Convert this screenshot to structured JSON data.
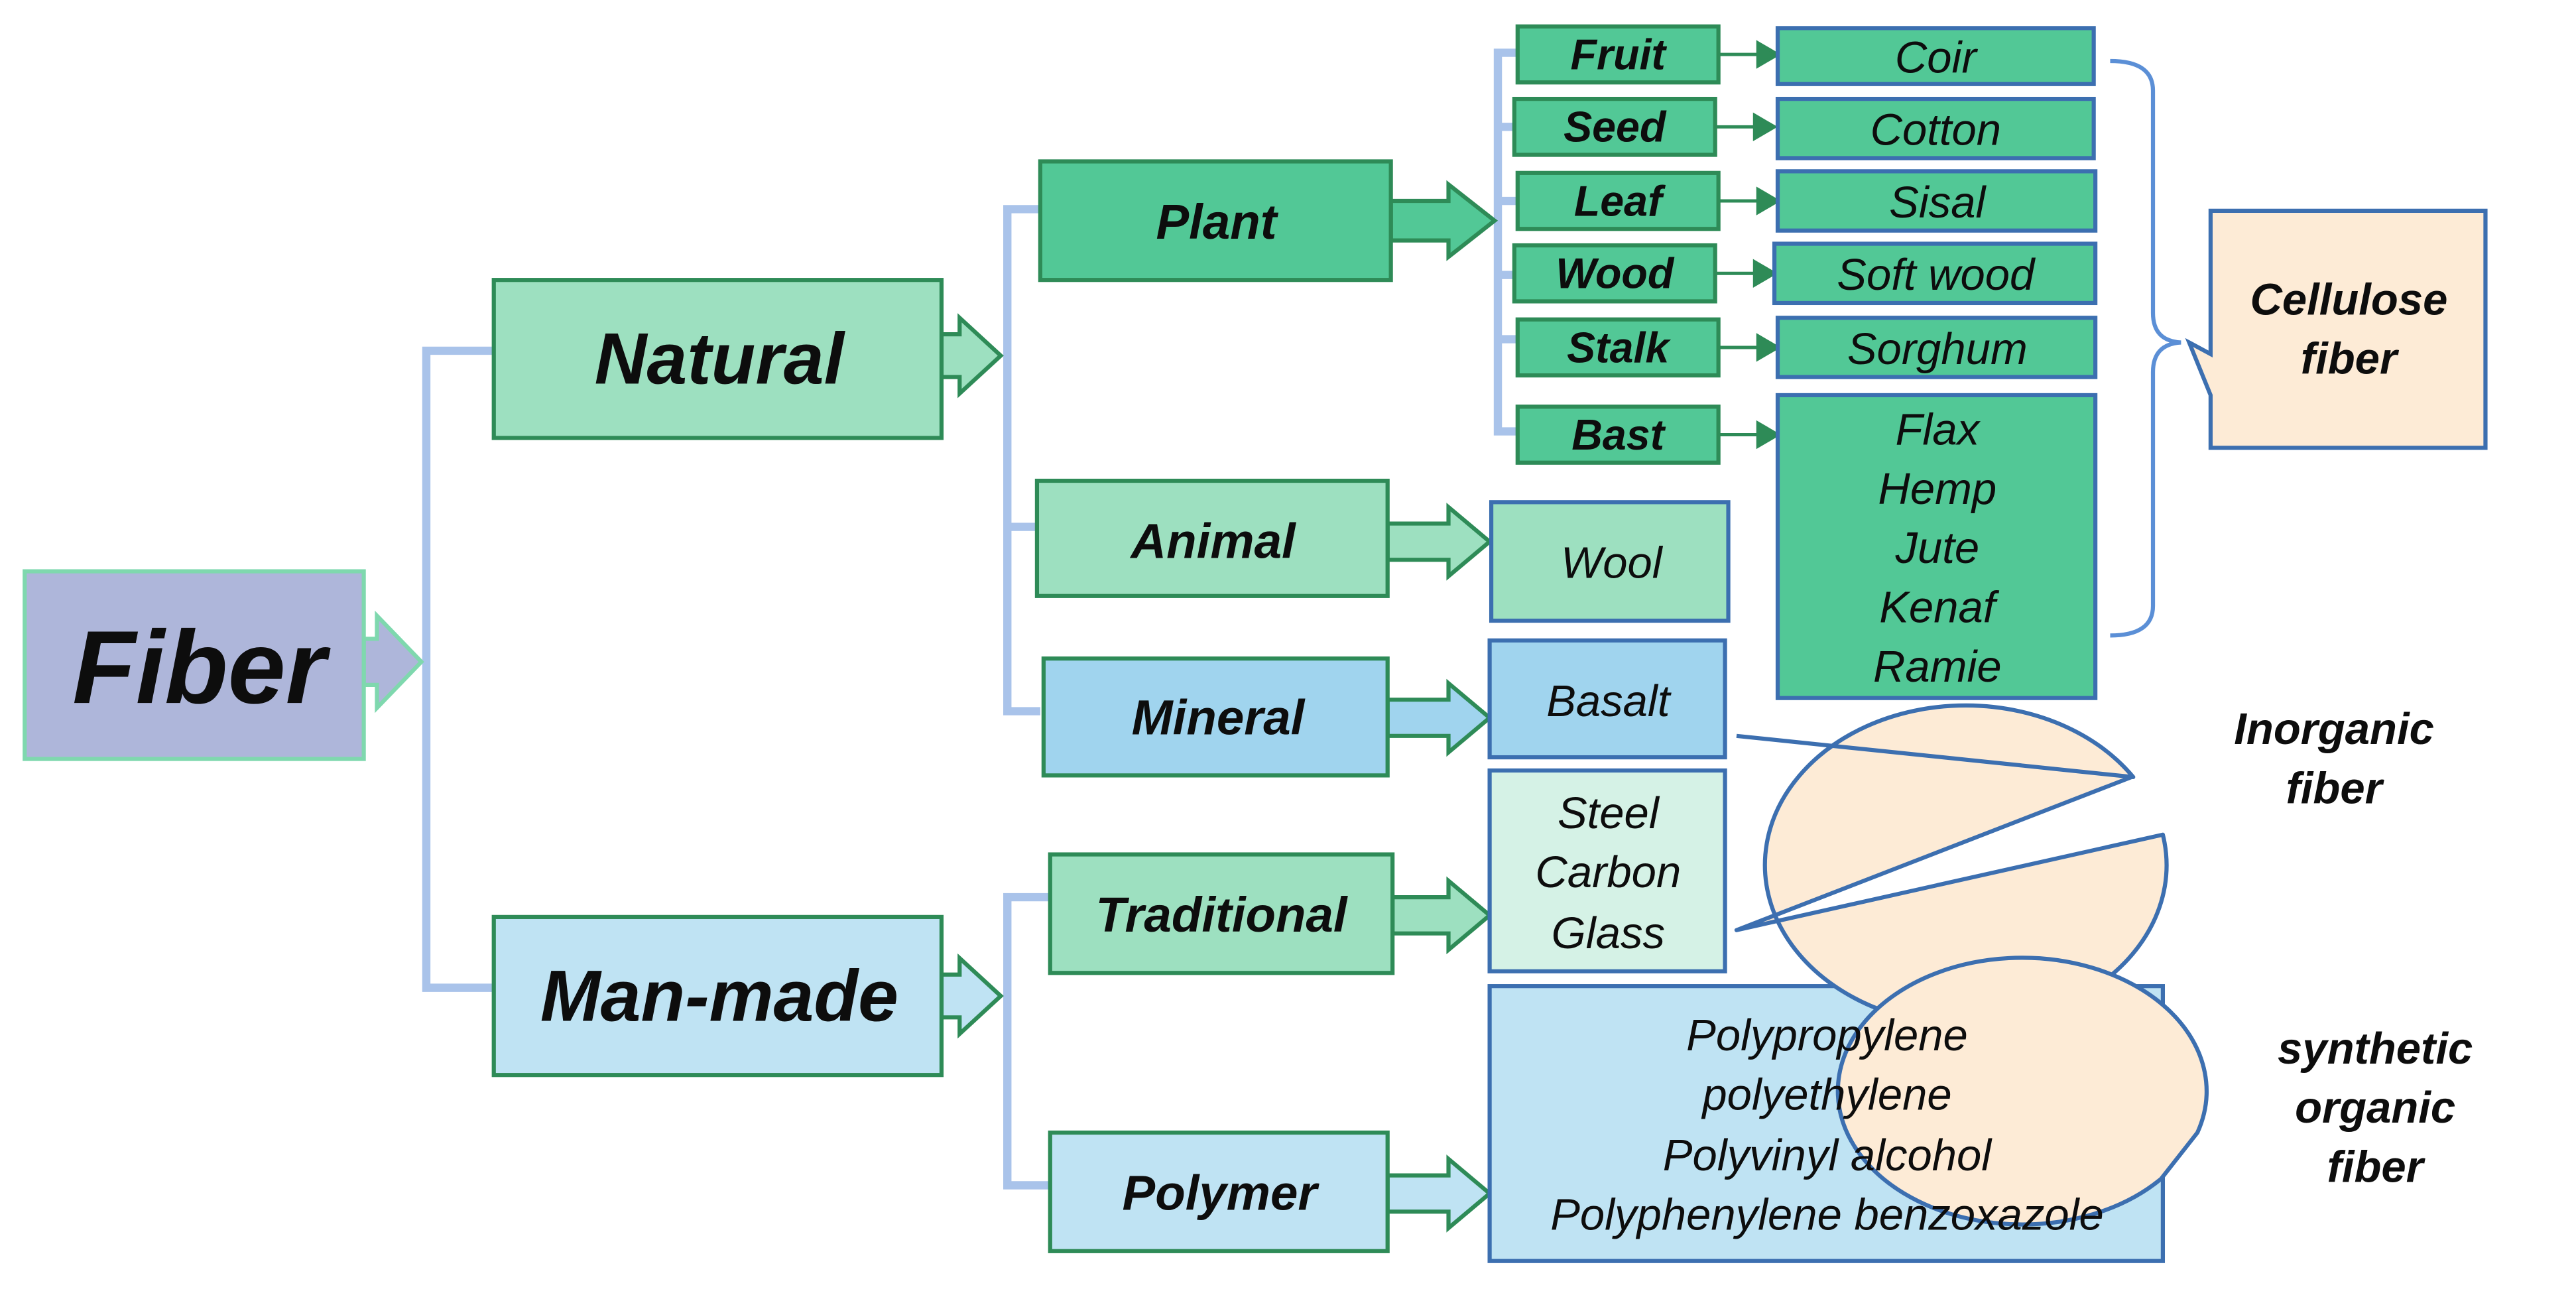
{
  "root": "Fiber",
  "branches": {
    "natural": "Natural",
    "man_made": "Man-made"
  },
  "categories": {
    "plant": "Plant",
    "animal": "Animal",
    "mineral": "Mineral",
    "traditional": "Traditional",
    "polymer": "Polymer"
  },
  "plant_parts": [
    "Fruit",
    "Seed",
    "Leaf",
    "Wood",
    "Stalk",
    "Bast"
  ],
  "plant_fibers": [
    "Coir",
    "Cotton",
    "Sisal",
    "Soft wood",
    "Sorghum"
  ],
  "bast_fibers": [
    "Flax",
    "Hemp",
    "Jute",
    "Kenaf",
    "Ramie"
  ],
  "animal_fiber": "Wool",
  "mineral_fiber": "Basalt",
  "traditional_fibers": [
    "Steel",
    "Carbon",
    "Glass"
  ],
  "polymer_fibers": [
    "Polypropylene",
    "polyethylene",
    "Polyvinyl alcohol",
    "Polyphenylene benzoxazole"
  ],
  "callouts": {
    "cellulose": [
      "Cellulose",
      "fiber"
    ],
    "inorganic": [
      "Inorganic",
      "fiber"
    ],
    "synthetic": [
      "synthetic",
      "organic",
      "fiber"
    ]
  },
  "colors": {
    "root_fill": "#aeb6da",
    "natural_fill": "#9de0c0",
    "plant_fill": "#52c896",
    "man_made_fill": "#bfe3f3",
    "mineral_fill": "#a0d4ee",
    "callout_fill": "#fdebd6",
    "connector": "#a9c3ea"
  }
}
